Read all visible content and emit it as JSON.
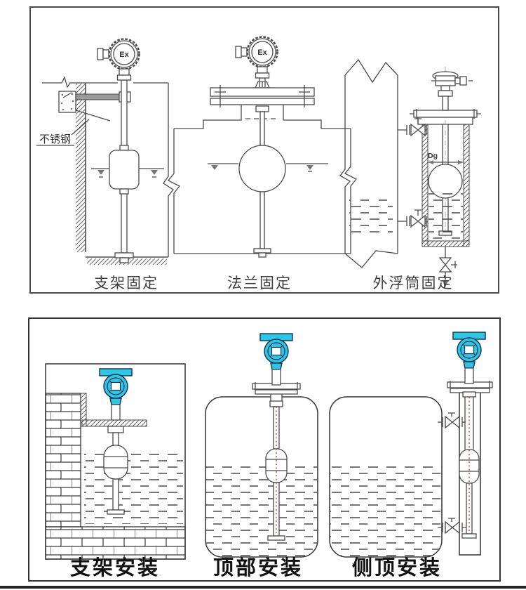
{
  "top_panel": {
    "caption_labels": [
      "支架固定",
      "法兰固定",
      "外浮筒固定"
    ],
    "stainless_steel_note": "不锈钢",
    "ex_marking": "Ex",
    "diameter_marking": "Dg"
  },
  "bottom_panel": {
    "caption_labels": [
      "支架安装",
      "顶部安装",
      "侧顶安装"
    ]
  },
  "colors": {
    "transmitter": "#2ec6e6",
    "line": "#4a4a4a",
    "dotted": "#a44c38",
    "label": "#111111"
  }
}
